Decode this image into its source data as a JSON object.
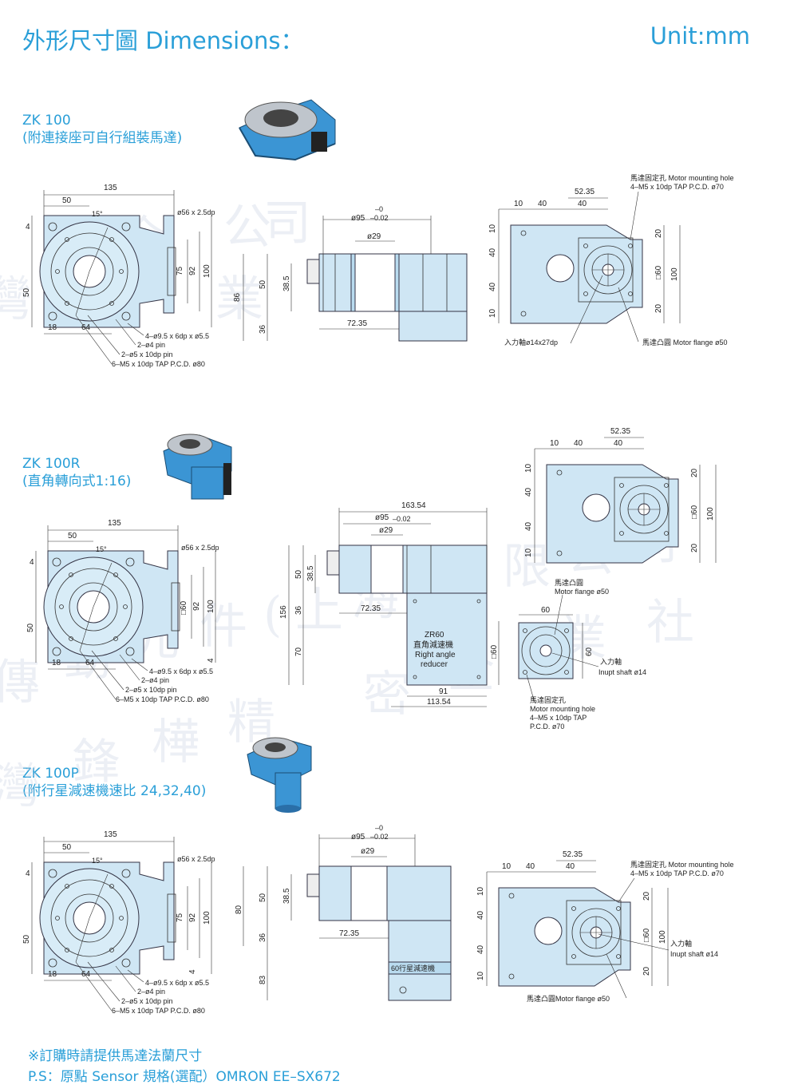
{
  "header": {
    "title": "外形尺寸圖 Dimensions：",
    "unit": "Unit:mm"
  },
  "watermark": {
    "chars": [
      "台",
      "灣",
      "傳",
      "動",
      "元",
      "件",
      "(",
      "上",
      "海",
      ")",
      "有",
      "限",
      "公",
      "司",
      "鋒",
      "樺",
      "精",
      "密",
      "企",
      "業",
      "社"
    ]
  },
  "colors": {
    "accent": "#2a9fd8",
    "part_fill": "#cfe6f4"
  },
  "zk100": {
    "model": "ZK 100",
    "subtitle": "(附連接座可自行組裝馬達)",
    "front": {
      "d135": "135",
      "d50": "50",
      "a15": "15°",
      "d56": "ø56 x 2.5dp",
      "d4": "4",
      "d75": "75",
      "d92": "92",
      "d100": "100",
      "d50v": "50",
      "d18": "18",
      "d64": "64",
      "n1": "4–ø9.5 x 6dp x ø5.5",
      "n2": "2–ø4 pin",
      "n3": "2–ø5 x 10dp pin",
      "n4": "6–M5 x 10dp TAP P.C.D. ø80"
    },
    "side": {
      "d95": "ø95",
      "tol_up": "–0",
      "tol_dn": "–0.02",
      "d29": "ø29",
      "d86": "86",
      "d50": "50",
      "d385": "38.5",
      "d36": "36",
      "d7235": "72.35"
    },
    "top": {
      "mh1": "馬達固定孔 Motor mounting hole",
      "mh2": "4–M5 x 10dp TAP P.C.D. ø70",
      "d5235": "52.35",
      "d10": "10",
      "d40a": "40",
      "d40b": "40",
      "v10a": "10",
      "v40a": "40",
      "v40b": "40",
      "v10b": "10",
      "v20a": "20",
      "sq60": "□60",
      "v100": "100",
      "v20b": "20",
      "shaft": "入力軸ø14x27dp",
      "flange": "馬達凸圓 Motor flange ø50"
    }
  },
  "zk100r": {
    "model": "ZK 100R",
    "subtitle": "(直角轉向式1:16)",
    "front": {
      "d135": "135",
      "d50": "50",
      "a15": "15°",
      "d56": "ø56 x 2.5dp",
      "d4": "4",
      "sq60": "□60",
      "d92": "92",
      "d100": "100",
      "d50v": "50",
      "d4b": "4",
      "d18": "18",
      "d64": "64",
      "n1": "4–ø9.5 x 6dp x ø5.5",
      "n2": "2–ø4 pin",
      "n3": "2–ø5 x 10dp pin",
      "n4": "6–M5 x 10dp TAP P.C.D. ø80"
    },
    "side": {
      "d16354": "163.54",
      "d95": "ø95",
      "tol": "–0.02",
      "d29": "ø29",
      "d50": "50",
      "d385": "38.5",
      "d156": "156",
      "d36": "36",
      "d70": "70",
      "d7235": "72.35",
      "zr1": "ZR60",
      "zr2": "直角減速機",
      "zr3": "Right angle",
      "zr4": "reducer",
      "sq60": "□60",
      "d91": "91",
      "d11354": "113.54"
    },
    "top": {
      "d5235": "52.35",
      "d10": "10",
      "d40a": "40",
      "d40b": "40",
      "v10a": "10",
      "v40a": "40",
      "v40b": "40",
      "v10b": "10",
      "v20a": "20",
      "sq60": "□60",
      "v100": "100",
      "v20b": "20"
    },
    "flange": {
      "f1": "馬達凸圓",
      "f2": "Motor flange ø50",
      "d60": "60",
      "d60v": "60",
      "s1": "入力軸",
      "s2": "Inupt shaft ø14",
      "m1": "馬達固定孔",
      "m2": "Motor mounting hole",
      "m3": "4–M5 x 10dp TAP",
      "m4": "P.C.D. ø70"
    }
  },
  "zk100p": {
    "model": "ZK 100P",
    "subtitle": "(附行星減速機速比 24,32,40)",
    "front": {
      "d135": "135",
      "d50": "50",
      "a15": "15°",
      "d56": "ø56 x 2.5dp",
      "d4": "4",
      "d75": "75",
      "d92": "92",
      "d100": "100",
      "d50v": "50",
      "d4b": "4",
      "d18": "18",
      "d64": "64",
      "n1": "4–ø9.5 x 6dp x ø5.5",
      "n2": "2–ø4 pin",
      "n3": "2–ø5 x 10dp pin",
      "n4": "6–M5 x 10dp TAP P.C.D. ø80"
    },
    "side": {
      "d95": "ø95",
      "tol_up": "–0",
      "tol_dn": "–0.02",
      "d29": "ø29",
      "d80": "80",
      "d50": "50",
      "d385": "38.5",
      "d36": "36",
      "d83": "83",
      "d7235": "72.35",
      "planet": "60行星減速機"
    },
    "top": {
      "mh1": "馬達固定孔 Motor mounting hole",
      "mh2": "4–M5 x 10dp TAP P.C.D. ø70",
      "d5235": "52.35",
      "d10": "10",
      "d40a": "40",
      "d40b": "40",
      "v10a": "10",
      "v40a": "40",
      "v40b": "40",
      "v10b": "10",
      "v20a": "20",
      "sq60": "□60",
      "v100": "100",
      "v20b": "20",
      "s1": "入力軸",
      "s2": "Inupt shaft ø14",
      "flange": "馬達凸圓Motor flange ø50"
    }
  },
  "notes": {
    "n1": "※訂購時請提供馬達法蘭尺寸",
    "n2": "P.S：原點 Sensor 規格(選配）OMRON EE–SX672"
  }
}
